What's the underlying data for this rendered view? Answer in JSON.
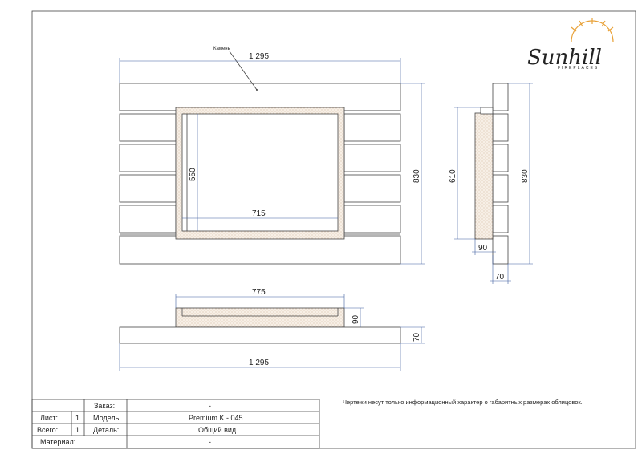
{
  "logo": {
    "name": "Sunhill",
    "tagline": "FIREPLACES",
    "sun_color": "#e8a23a"
  },
  "front_view": {
    "stone_label": "Камень",
    "width_label": "1 295",
    "height_label": "830",
    "opening_width_label": "715",
    "opening_height_label": "550"
  },
  "side_view": {
    "height_outer_label": "830",
    "height_inner_label": "610",
    "depth_inner_label": "90",
    "depth_outer_label": "70"
  },
  "top_view": {
    "upper_width_label": "775",
    "upper_depth_label": "90",
    "lower_depth_label": "70",
    "lower_width_label": "1 295"
  },
  "note": "Чертежи несут только информационный характер о габаритных размерах облицовок.",
  "title_block": {
    "order_label": "Заказ:",
    "order_value": "-",
    "sheet_label": "Лист:",
    "sheet_value": "1",
    "model_label": "Модель:",
    "model_value": "Premium K - 045",
    "total_label": "Всего:",
    "total_value": "1",
    "detail_label": "Деталь:",
    "detail_value": "Общий вид",
    "material_label": "Материал:",
    "material_value": "-"
  },
  "colors": {
    "dimension_line": "#3f5f9f",
    "outline": "#444444",
    "hatch": "#c9a98a"
  }
}
